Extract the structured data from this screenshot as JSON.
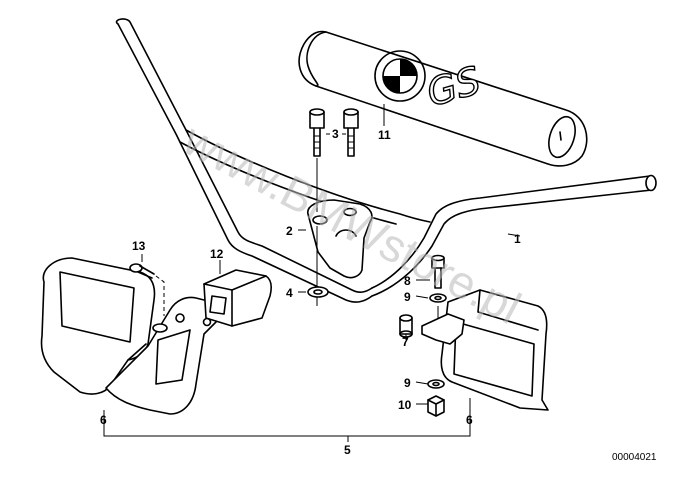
{
  "parts": {
    "p1": "1",
    "p2": "2",
    "p3": "3",
    "p4": "4",
    "p5": "5",
    "p6a": "6",
    "p6b": "6",
    "p7": "7",
    "p8": "8",
    "p9a": "9",
    "p9b": "9",
    "p10": "10",
    "p11": "11",
    "p12": "12",
    "p13": "13"
  },
  "watermark": "www.BMWstore.pl",
  "pad_logo_text": "GS",
  "reference_number": "00004021"
}
